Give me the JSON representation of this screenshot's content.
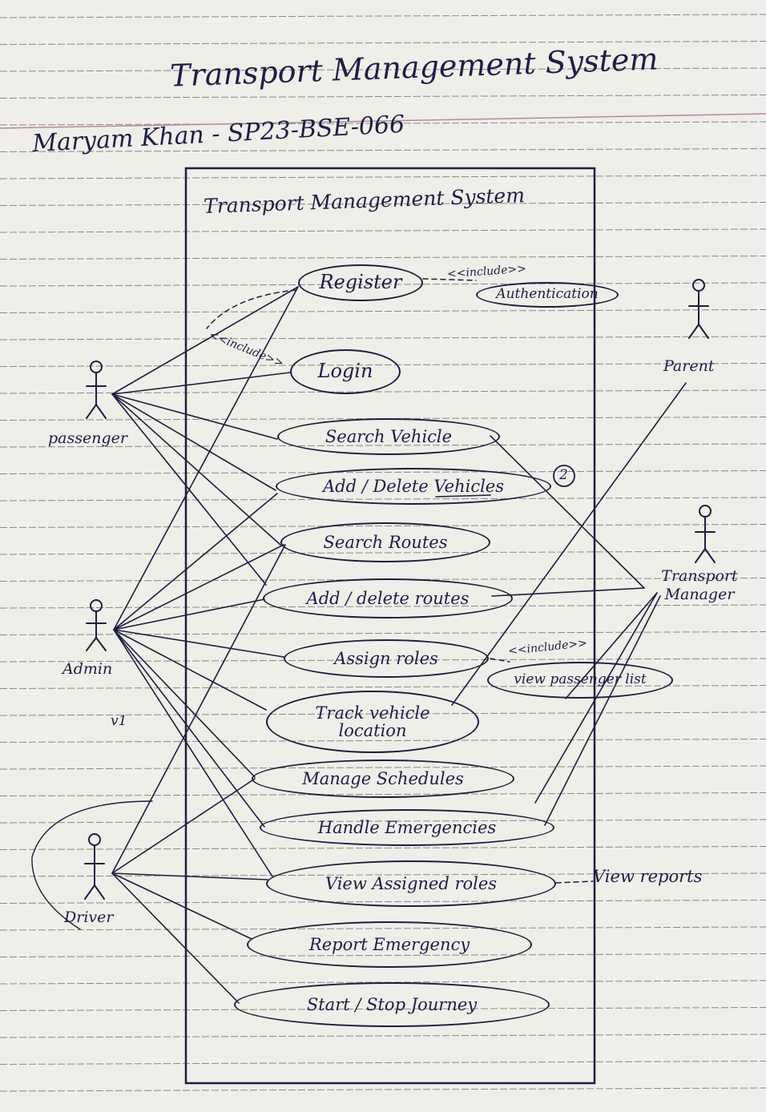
{
  "title": "Transport Management System",
  "author": "Maryam Khan - SP23-BSE-066",
  "diagram": {
    "system_name": "Transport Management System",
    "actors": {
      "passenger": "passenger",
      "admin": "Admin",
      "admin_note": "v1",
      "driver": "Driver",
      "parent": "Parent",
      "transport_manager": "Transport Manager"
    },
    "use_cases": {
      "register": "Register",
      "authentication": "Authentication",
      "login": "Login",
      "search_vehicle": "Search Vehicle",
      "add_delete_vehicles": "Add / Delete Vehicles",
      "circled_number": "2",
      "search_routes": "Search Routes",
      "add_delete_routes": "Add / delete routes",
      "assign_roles": "Assign roles",
      "view_passenger_list": "view passenger list",
      "track_vehicle_location": "Track vehicle location",
      "manage_schedules": "Manage Schedules",
      "handle_emergencies": "Handle Emergencies",
      "view_assigned_roles": "View Assigned roles",
      "view_reports": "View reports",
      "report_emergency": "Report Emergency",
      "start_stop_journey": "Start / Stop Journey"
    },
    "relations": {
      "include_1": "<<include>>",
      "include_2": "<<include>>",
      "include_3": "<<include>>"
    }
  },
  "colors": {
    "paper": "#efeee9",
    "ruling": "#8a8a88",
    "ink": "#1c1f3e"
  }
}
